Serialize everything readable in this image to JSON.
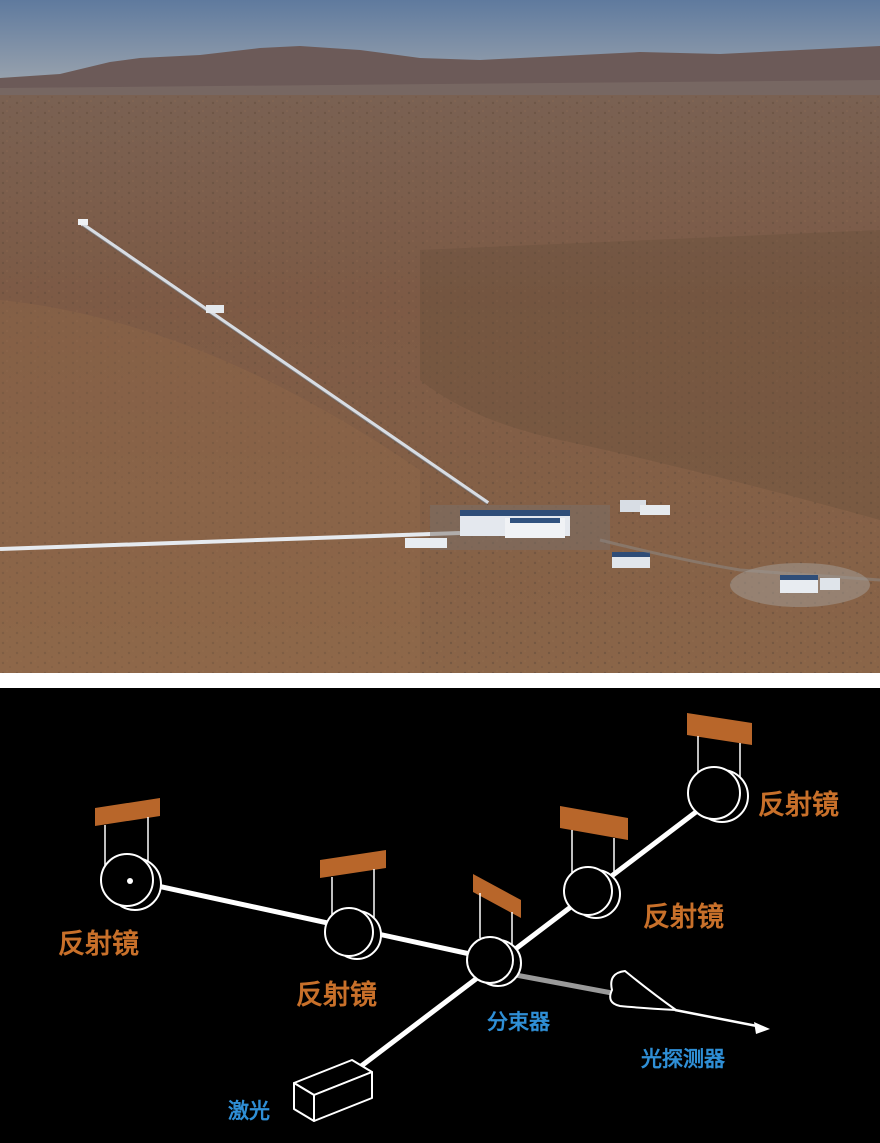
{
  "photo": {
    "description_icon": "aerial-landscape-photo-icon",
    "colors": {
      "sky_top": "#6f83a2",
      "haze": "#8c95a2",
      "mountain": "#6e5a55",
      "plain_far": "#7a5c4a",
      "plain_near": "#8a6548",
      "arm": "#e4e8ee",
      "building": "#dfe4ea",
      "roof_blue": "#31527f"
    }
  },
  "diagram": {
    "labels": {
      "mirror_left": "反射镜",
      "mirror_middle_left": "反射镜",
      "mirror_middle_right": "反射镜",
      "mirror_top_right": "反射镜",
      "beam_splitter": "分束器",
      "photodetector": "光探测器",
      "laser": "激光"
    },
    "colors": {
      "background": "#000000",
      "mirror_label": "#c8702a",
      "blue_label": "#2f8fd6",
      "suspension_block": "#b8662a",
      "beam": "#ffffff",
      "detector_beam": "#9a9a9a"
    }
  }
}
